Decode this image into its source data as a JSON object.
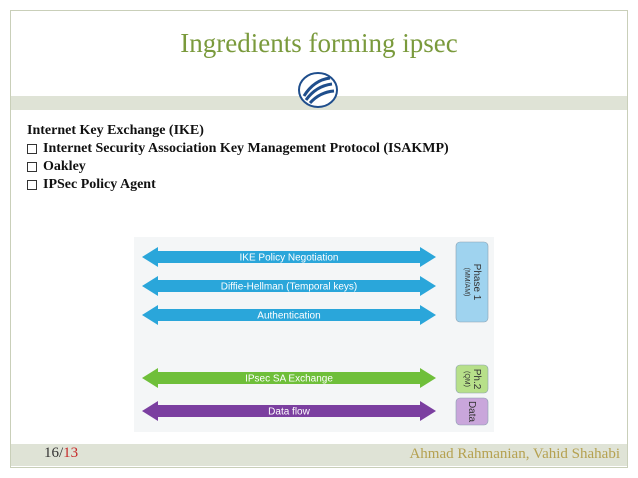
{
  "slide": {
    "title": "Ingredients forming ipsec",
    "intro": "Internet Key Exchange (IKE)",
    "bullets": [
      "Internet Security Association Key Management Protocol (ISAKMP)",
      "Oakley",
      "IPSec Policy Agent"
    ]
  },
  "diagram": {
    "arrows": [
      {
        "label": "IKE Policy Negotiation",
        "color": "#2aa6da"
      },
      {
        "label": "Diffie-Hellman (Temporal keys)",
        "color": "#2aa6da"
      },
      {
        "label": "Authentication",
        "color": "#2aa6da"
      },
      {
        "label": "IPsec SA Exchange",
        "color": "#6fbf3a"
      },
      {
        "label": "Data flow",
        "color": "#7b3fa0"
      }
    ],
    "side_boxes": [
      {
        "line1": "Phase 1",
        "line2": "(MM/AM)",
        "color": "#9fd3ef"
      },
      {
        "line1": "Ph.2",
        "line2": "(QM)",
        "color": "#b7e08a"
      },
      {
        "line1": "Data",
        "line2": "",
        "color": "#c9a6db"
      }
    ]
  },
  "footer": {
    "page_current": "16/",
    "page_total": "13",
    "authors": "Ahmad Rahmanian, Vahid Shahabi"
  },
  "colors": {
    "title": "#7a9a3c",
    "authors": "#b5a150",
    "page_total": "#c62828",
    "band": "#dfe3d6"
  }
}
